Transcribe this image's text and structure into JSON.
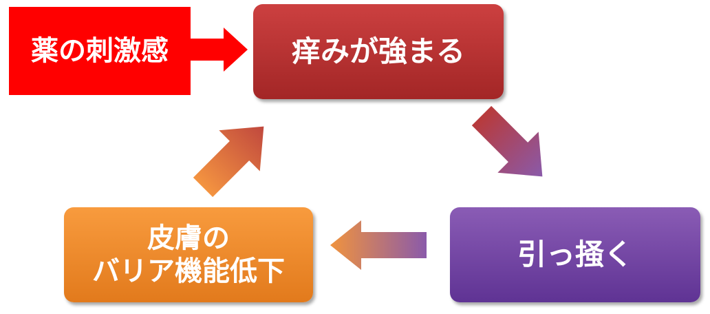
{
  "nodes": {
    "trigger": "薬の刺激感",
    "itch": "痒みが強まる",
    "scratch": "引っ掻く",
    "barrier_line1": "皮膚の",
    "barrier_line2": "バリア機能低下"
  },
  "colors": {
    "trigger": "#ff0000",
    "itch": "#b83232",
    "scratch": "#7650a8",
    "barrier": "#f28a2e"
  }
}
